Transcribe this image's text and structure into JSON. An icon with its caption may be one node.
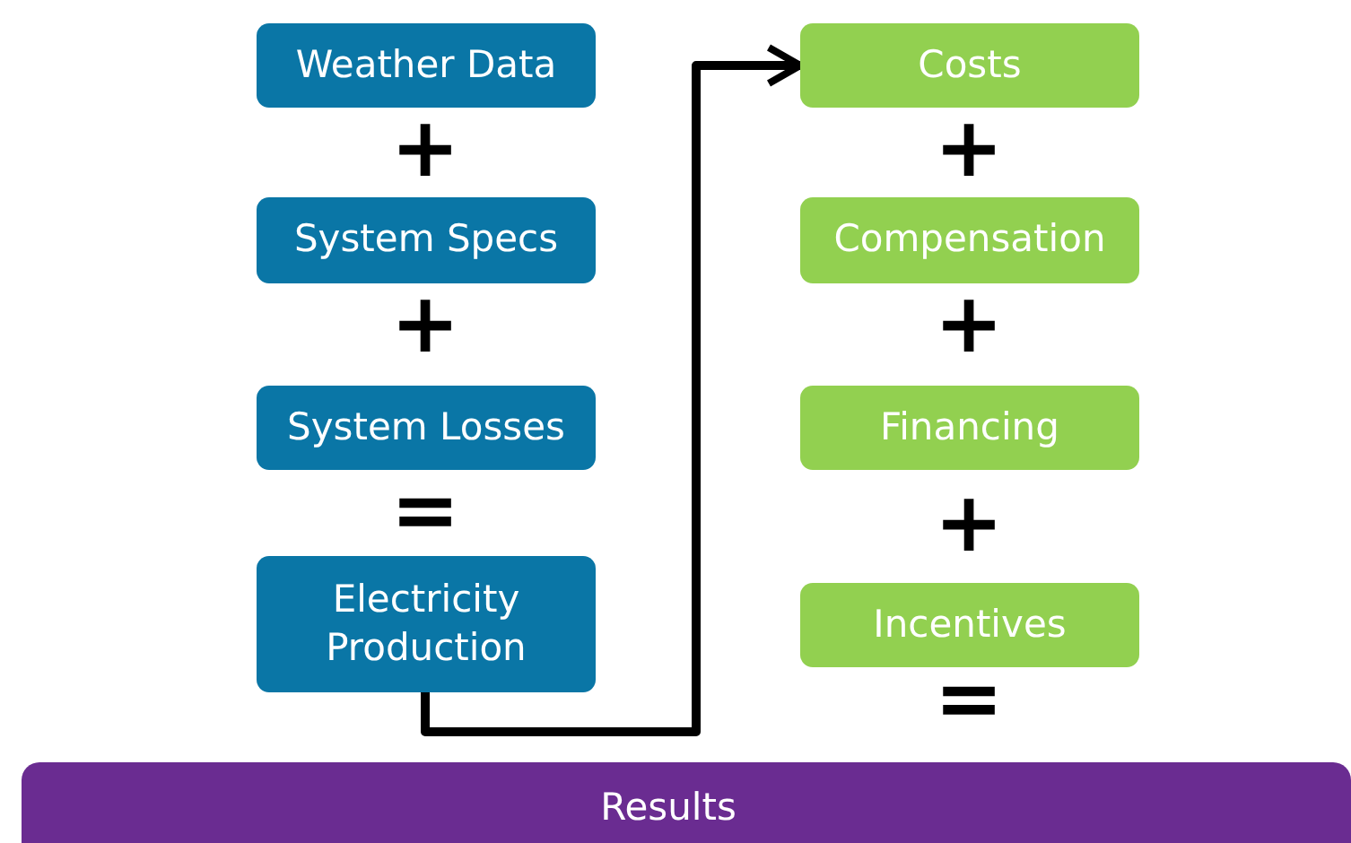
{
  "diagram": {
    "nodes": [
      {
        "text": [
          "Weather Data"
        ]
      },
      {
        "text": [
          "System Specs"
        ]
      },
      {
        "text": [
          "System Losses"
        ]
      },
      {
        "text": [
          "Electricity Production"
        ]
      },
      {
        "text": [
          "Costs"
        ]
      },
      {
        "text": [
          "Compensation"
        ]
      },
      {
        "text": [
          "Financing"
        ]
      },
      {
        "text": [
          "Incentives"
        ]
      },
      {
        "text": [
          "Results"
        ]
      }
    ],
    "edges": [
      {
        "from": 3,
        "to": 4,
        "arrow": "to"
      }
    ],
    "labels": [
      "+",
      "+",
      "=",
      "+",
      "+",
      "+",
      "="
    ]
  }
}
